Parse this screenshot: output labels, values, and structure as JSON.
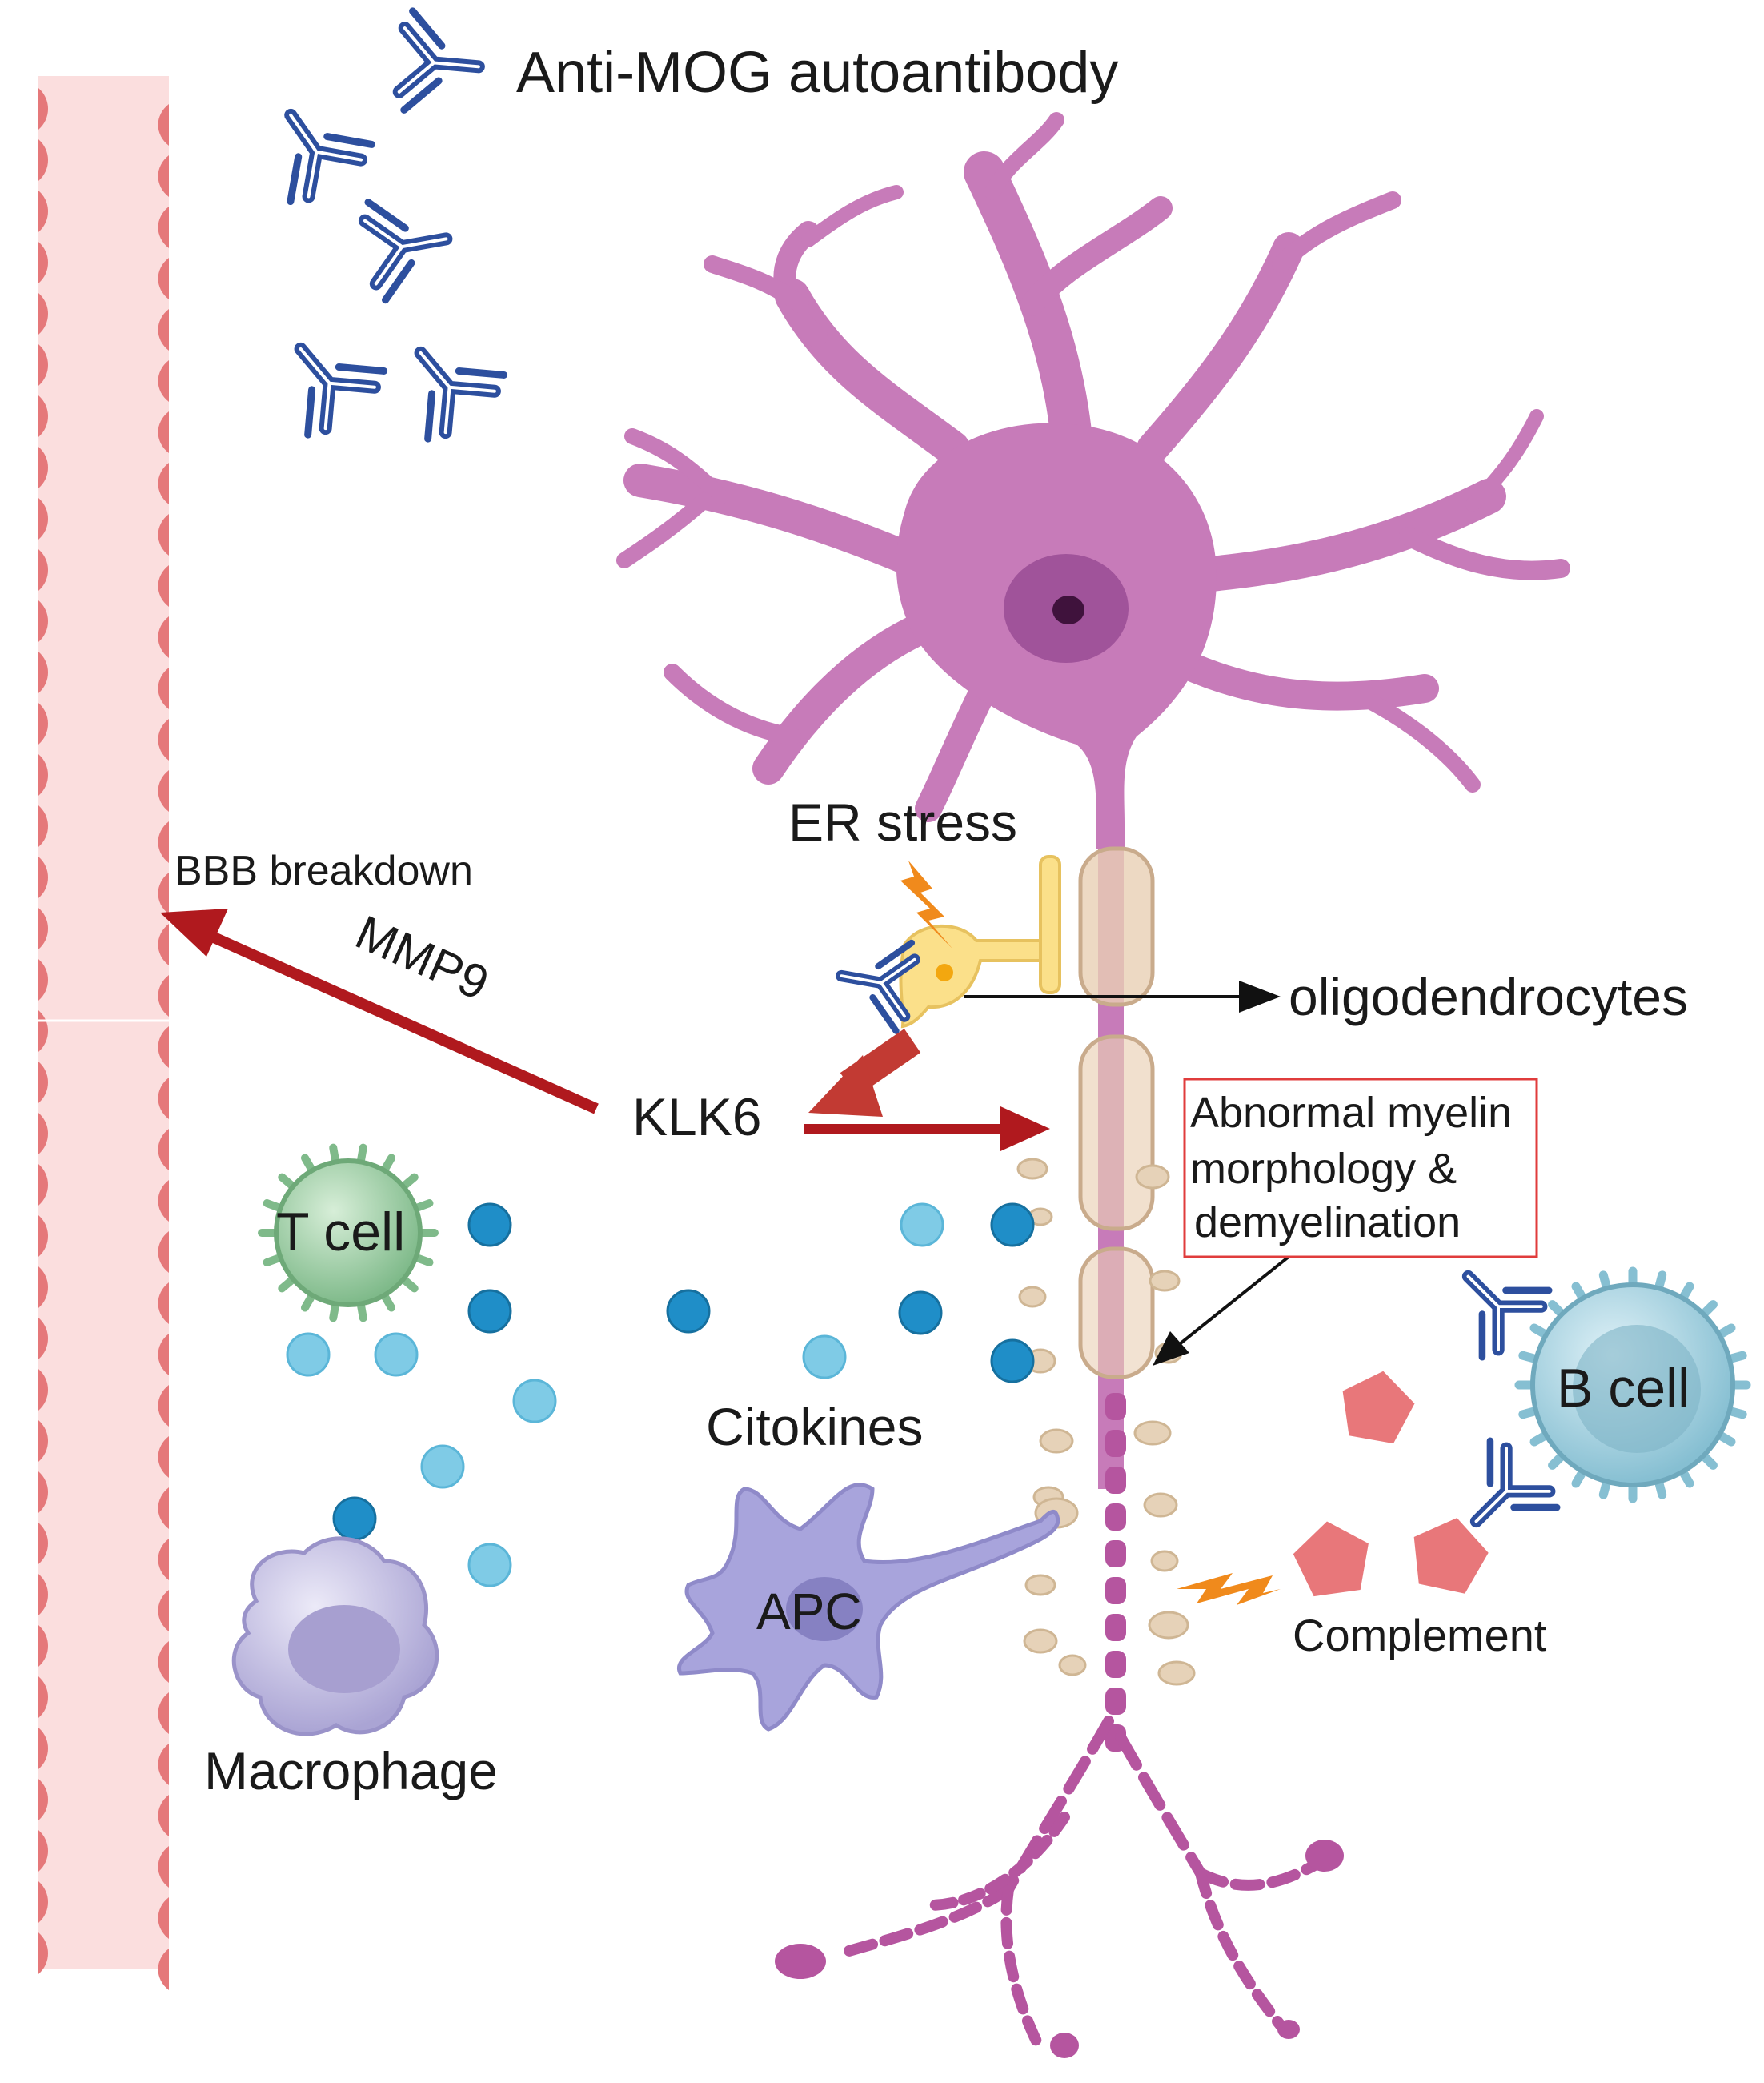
{
  "labels": {
    "antibody": "Anti-MOG autoantibody",
    "er_stress": "ER stress",
    "bbb_breakdown": "BBB breakdown",
    "mmp9": "MMP9",
    "oligodendrocytes": "oligodendrocytes",
    "klk6": "KLK6",
    "myelin_line1": "Abnormal myelin",
    "myelin_line2": "morphology &",
    "myelin_line3": "demyelination",
    "t_cell": "T cell",
    "b_cell": "B cell",
    "citokines": "Citokines",
    "apc": "APC",
    "complement": "Complement",
    "macrophage": "Macrophage"
  },
  "colors": {
    "neuron": "#c77bb9",
    "neuron_dark": "#a0539a",
    "vessel": "#f9d9d9",
    "vessel_cell": "#e5787a",
    "antibody": "#2d4f9e",
    "arrow_red": "#b0191e",
    "arrow_brick": "#c23a33",
    "cytokine_dark": "#1f8ec8",
    "cytokine_light": "#7fcbe6",
    "t_cell": "#8fc79a",
    "b_cell": "#8fc5d6",
    "macrophage": "#b7b2dc",
    "apc": "#a8a4dc",
    "complement": "#e8777a",
    "lightning": "#f08a1c",
    "oligodendrocyte": "#fbe08a",
    "myelin": "#e9cfb4",
    "myelin_debris": "#e6d2b8",
    "box_border": "#e03c3c"
  },
  "icons": {
    "antibody": "y-antibody-icon",
    "lightning": "lightning-bolt-icon",
    "complement": "pentagon-icon"
  }
}
